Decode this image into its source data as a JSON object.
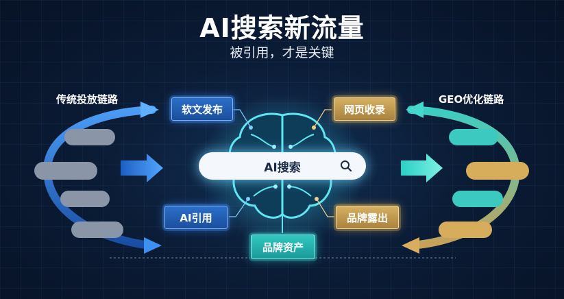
{
  "header": {
    "title": "AI搜索新流量",
    "subtitle": "被引用，才是关键"
  },
  "left": {
    "label": "传统投放链路"
  },
  "right": {
    "label": "GEO优化链路"
  },
  "nodes": {
    "soft_article": "软文发布",
    "web_index": "网页收录",
    "ai_citation": "AI引用",
    "brand_exposure": "品牌露出",
    "brand_asset": "品牌资产"
  },
  "search": {
    "label": "AI搜索"
  },
  "colors": {
    "blue": "#2c6fc9",
    "gold": "#c9a056",
    "teal": "#2fc0bb",
    "background": "#0b1c36"
  }
}
